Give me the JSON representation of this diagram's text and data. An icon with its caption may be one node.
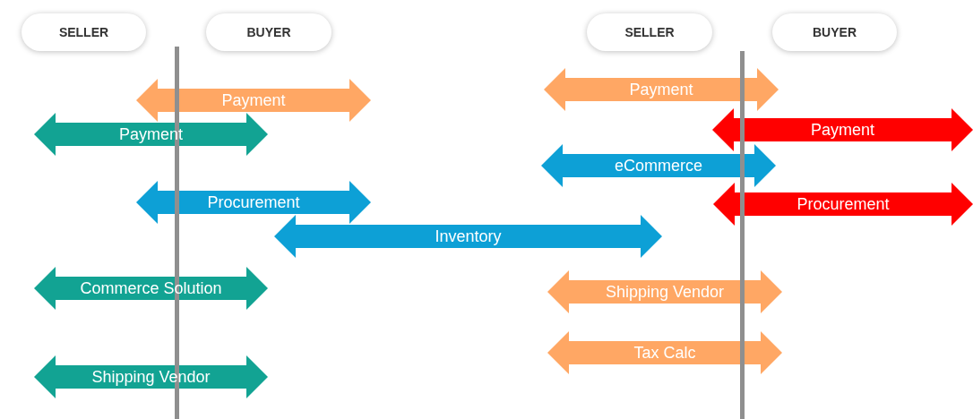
{
  "diagram": {
    "nodes": [
      {
        "text": [
          "SELLER"
        ]
      },
      {
        "text": [
          "BUYER"
        ]
      },
      {
        "text": [
          "SELLER"
        ]
      },
      {
        "text": [
          "BUYER"
        ]
      },
      {
        "text": [
          "Payment"
        ]
      },
      {
        "text": [
          "Payment"
        ]
      },
      {
        "text": [
          "Payment"
        ]
      },
      {
        "text": [
          "Payment"
        ]
      },
      {
        "text": [
          "eCommerce"
        ]
      },
      {
        "text": [
          "Procurement"
        ]
      },
      {
        "text": [
          "Procurement"
        ]
      },
      {
        "text": [
          "Inventory"
        ]
      },
      {
        "text": [
          "Commerce Solution"
        ]
      },
      {
        "text": [
          "Shipping Vendor"
        ]
      },
      {
        "text": [
          "Tax Calc"
        ]
      },
      {
        "text": [
          "Shipping Vendor"
        ]
      }
    ]
  }
}
